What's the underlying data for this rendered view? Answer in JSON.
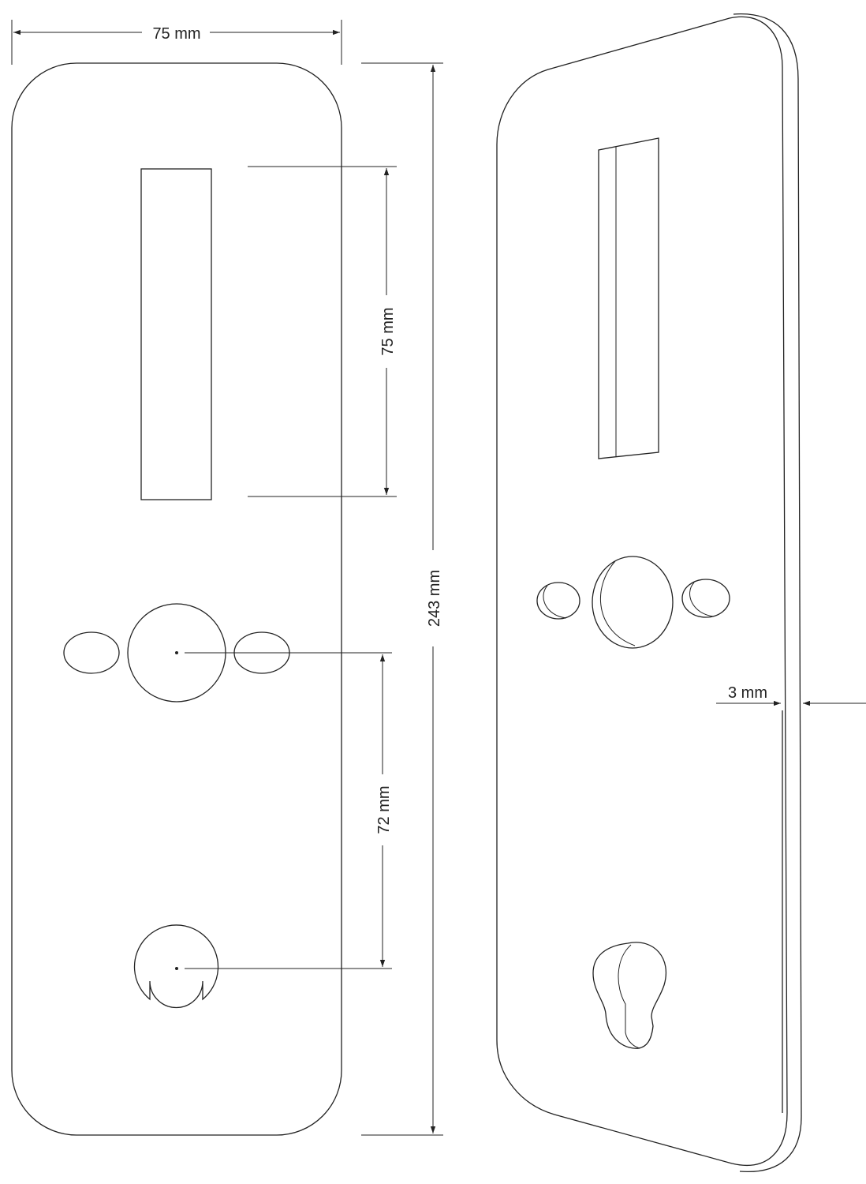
{
  "dimensions": {
    "top_width": "75 mm",
    "slot_height": "75 mm",
    "total_height": "243 mm",
    "center_distance": "72 mm",
    "thickness": "3 mm"
  },
  "colors": {
    "line": "#222222",
    "background": "#ffffff"
  }
}
